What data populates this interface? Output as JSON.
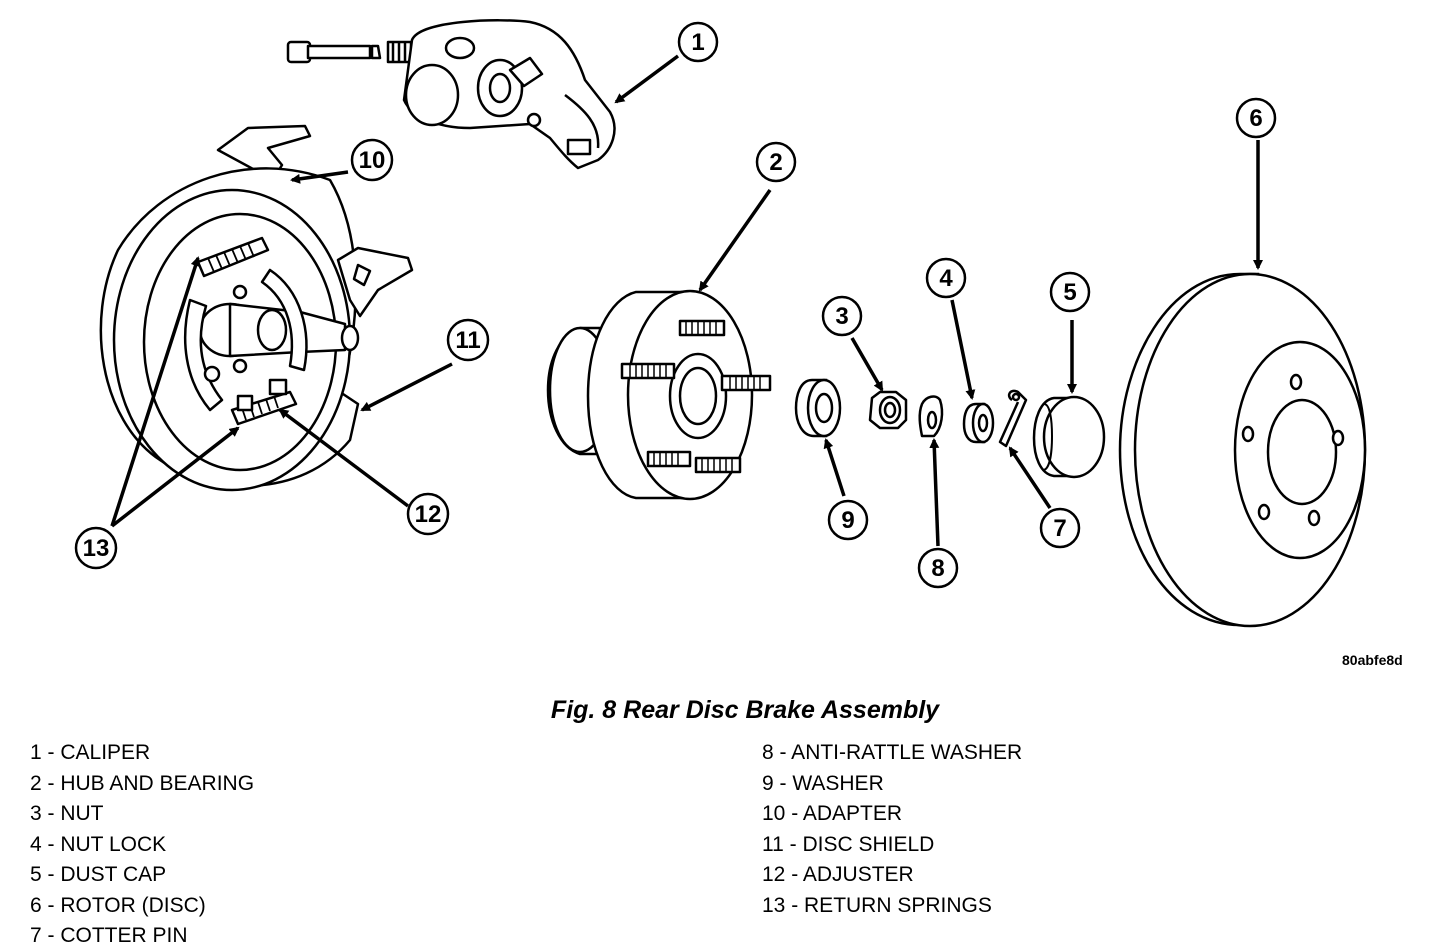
{
  "drawing_id": "80abfe8d",
  "caption": "Fig. 8 Rear Disc Brake Assembly",
  "callouts": [
    "1",
    "2",
    "3",
    "4",
    "5",
    "6",
    "7",
    "8",
    "9",
    "10",
    "11",
    "12",
    "13"
  ],
  "legend_left": [
    "1 - CALIPER",
    "2 - HUB AND BEARING",
    "3 - NUT",
    "4 - NUT LOCK",
    "5 - DUST CAP",
    "6 - ROTOR (DISC)",
    "7 - COTTER PIN"
  ],
  "legend_right": [
    "8 - ANTI-RATTLE WASHER",
    "9 - WASHER",
    "10 - ADAPTER",
    "11 - DISC SHIELD",
    "12 - ADJUSTER",
    "13 - RETURN SPRINGS"
  ]
}
